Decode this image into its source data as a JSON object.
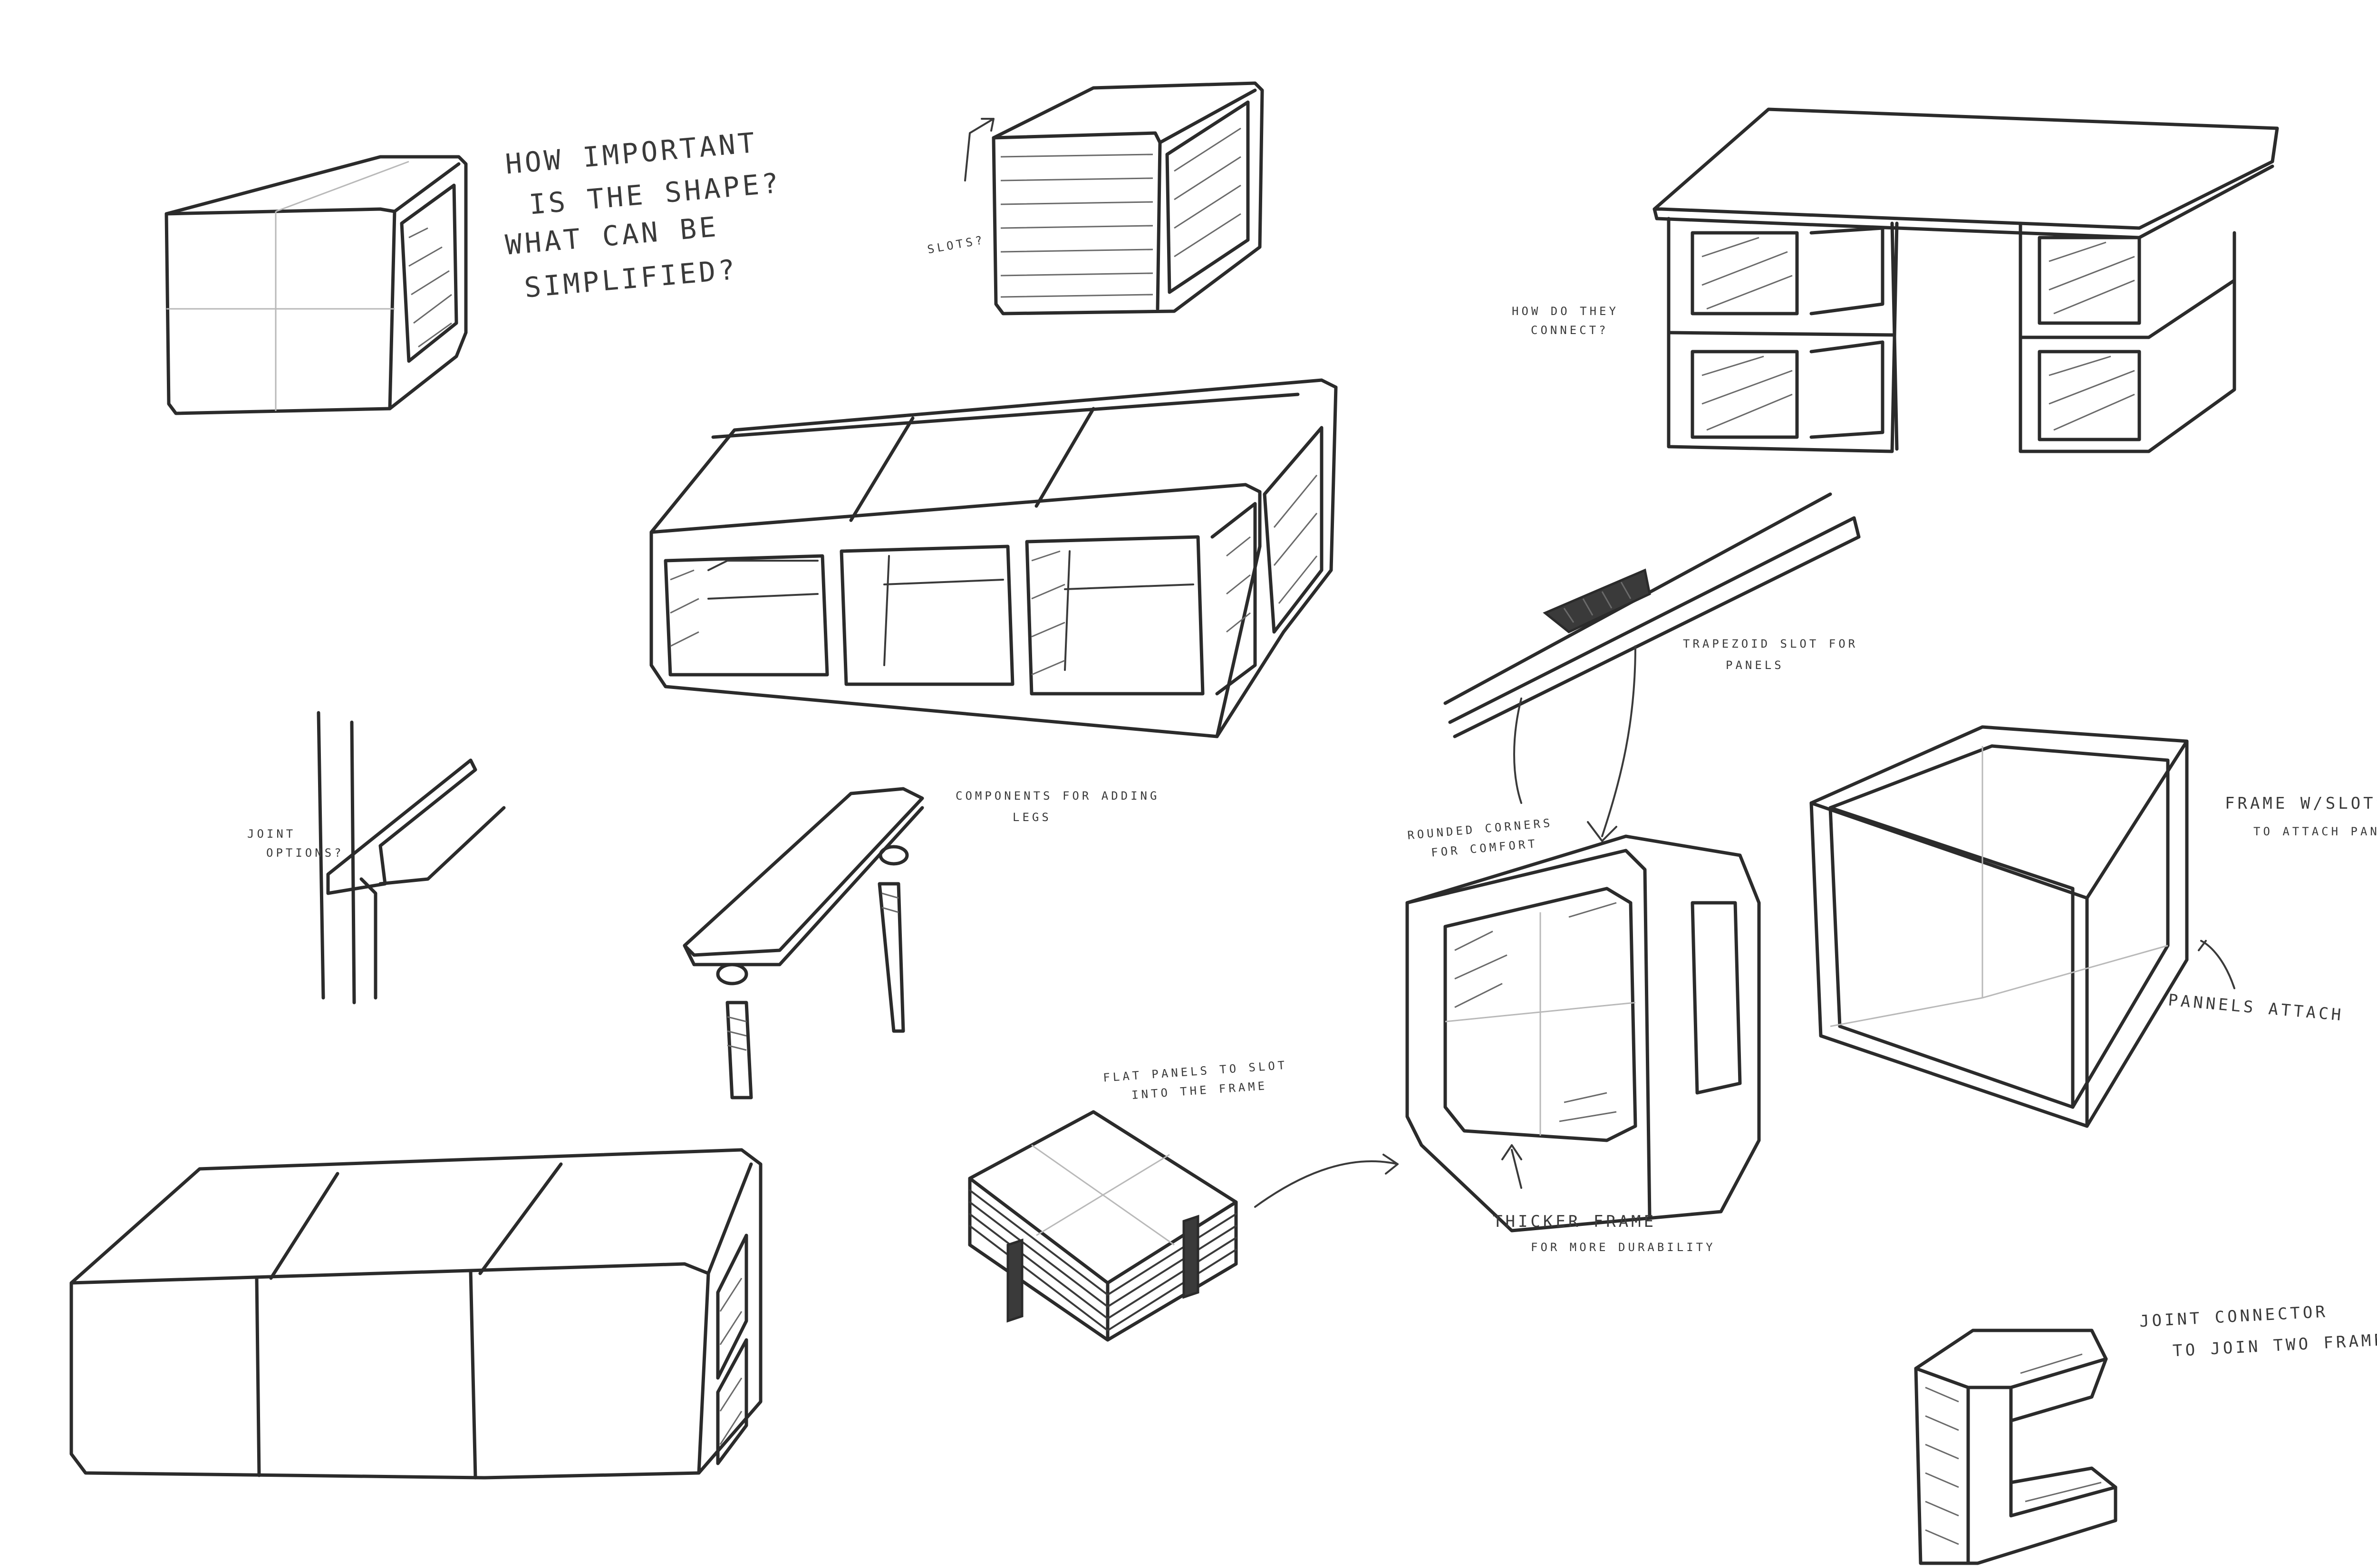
{
  "sheet": {
    "background": "#ffffff",
    "ink_color": "#2b2b2b"
  },
  "notes": {
    "shape_question_1": "How important",
    "shape_question_2": "is the shape?",
    "shape_question_3": "What can be",
    "shape_question_4": "simplified?",
    "slots": "Slots?",
    "how_connect_1": "How do they",
    "how_connect_2": "connect?",
    "trapezoid_1": "Trapezoid slot for",
    "trapezoid_2": "panels",
    "joint_options_1": "Joint",
    "joint_options_2": "options?",
    "components_legs_1": "Components for adding",
    "components_legs_2": "legs",
    "rounded_corners_1": "Rounded corners",
    "rounded_corners_2": "for comfort",
    "frame_slots_1": "Frame w/slots",
    "frame_slots_2": "to attach panels",
    "panels_attach": "Pannels attach",
    "flat_panels_1": "Flat panels to slot",
    "flat_panels_2": "into the frame",
    "thicker_frame_1": "Thicker frame",
    "thicker_frame_2": "for more durability",
    "joint_connector_1": "Joint connector",
    "joint_connector_2": "to join two frames"
  },
  "sketches": [
    "single-rounded-cube-module",
    "slatted-cube-module",
    "desk-with-stacked-modules",
    "three-bay-bench-with-side-module",
    "trapezoid-slot-rail-detail",
    "joint-options-detail",
    "leg-attachment-components",
    "rounded-frame-module-closeup",
    "wire-frame-with-slots",
    "flat-panel-stack",
    "long-closed-bench",
    "c-joint-connector"
  ]
}
